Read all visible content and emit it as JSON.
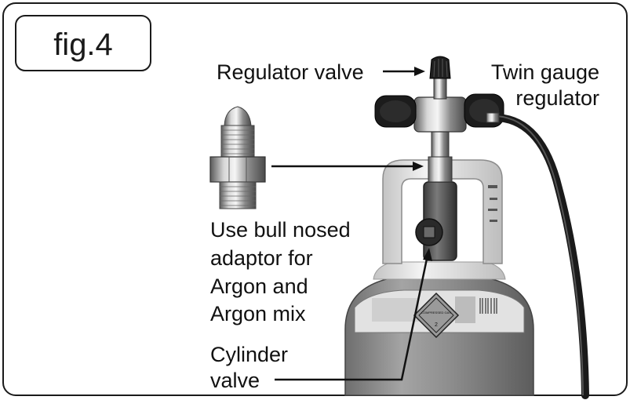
{
  "figure": {
    "label": "fig.4"
  },
  "callouts": {
    "regulator_valve": "Regulator valve",
    "twin_gauge": [
      "Twin gauge",
      "regulator"
    ],
    "adaptor": [
      "Use bull nosed",
      "adaptor for",
      "Argon and",
      "Argon mix"
    ],
    "cylinder_valve": [
      "Cylinder",
      "valve"
    ]
  },
  "cylinder_label": {
    "hazard_diamond_text": "COMPRESSED GAS",
    "hazard_number": "2"
  },
  "colors": {
    "frame": "#1a1a1a",
    "cylinder_body": "#8c8c8c",
    "shoulder": "#dcdcdc",
    "hose": "#1a1a1a"
  }
}
